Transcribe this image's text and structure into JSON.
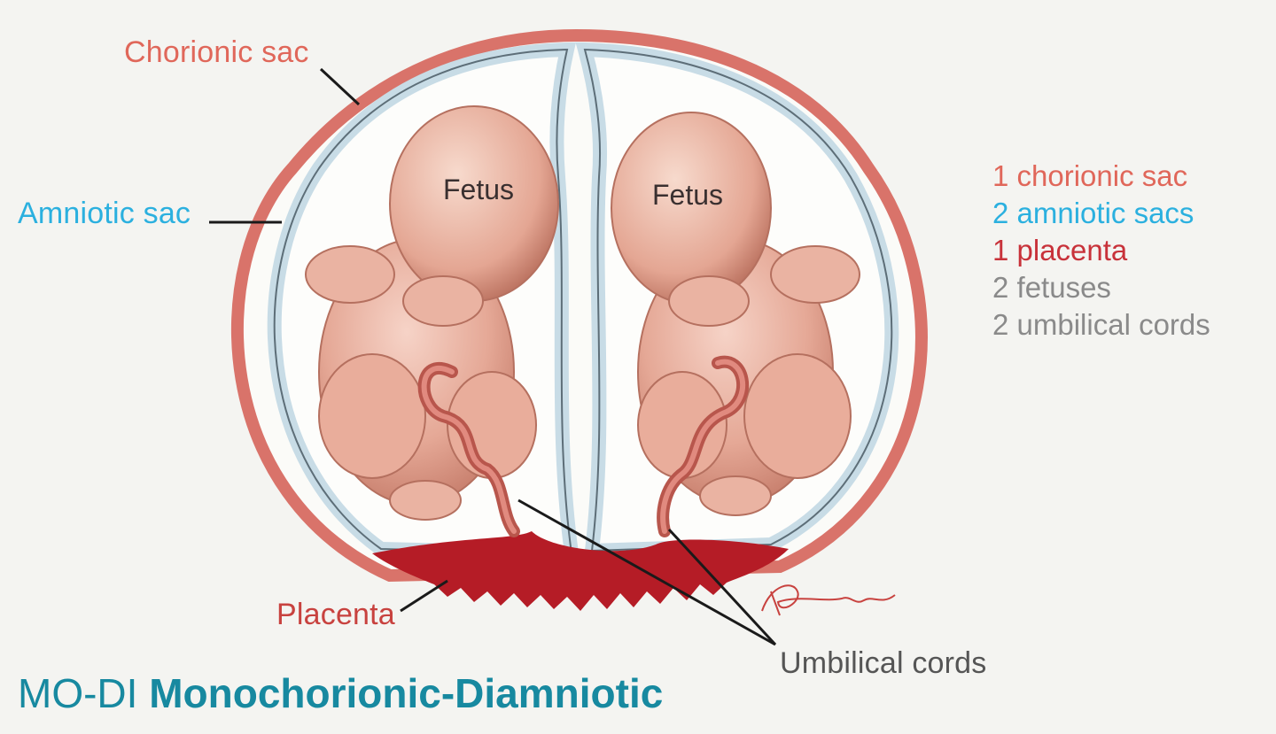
{
  "labels": {
    "chorionic_sac": "Chorionic sac",
    "amniotic_sac": "Amniotic sac",
    "placenta": "Placenta",
    "umbilical_cords": "Umbilical cords",
    "fetus_left": "Fetus",
    "fetus_right": "Fetus"
  },
  "summary": [
    {
      "text": "1 chorionic sac",
      "color": "#e0675a"
    },
    {
      "text": "2 amniotic sacs",
      "color": "#2bb0df"
    },
    {
      "text": "1 placenta",
      "color": "#c8323a"
    },
    {
      "text": "2 fetuses",
      "color": "#8a8a8a"
    },
    {
      "text": "2 umbilical cords",
      "color": "#8a8a8a"
    }
  ],
  "title": {
    "abbreviation": "MO-DI",
    "full": "Monochorionic-Diamniotic"
  },
  "signature": "Freeman",
  "colors": {
    "chorion": "#d9736a",
    "amnion": "#c8dce6",
    "placenta": "#b51c26",
    "title": "#1789a0",
    "background": "#f4f4f1"
  }
}
